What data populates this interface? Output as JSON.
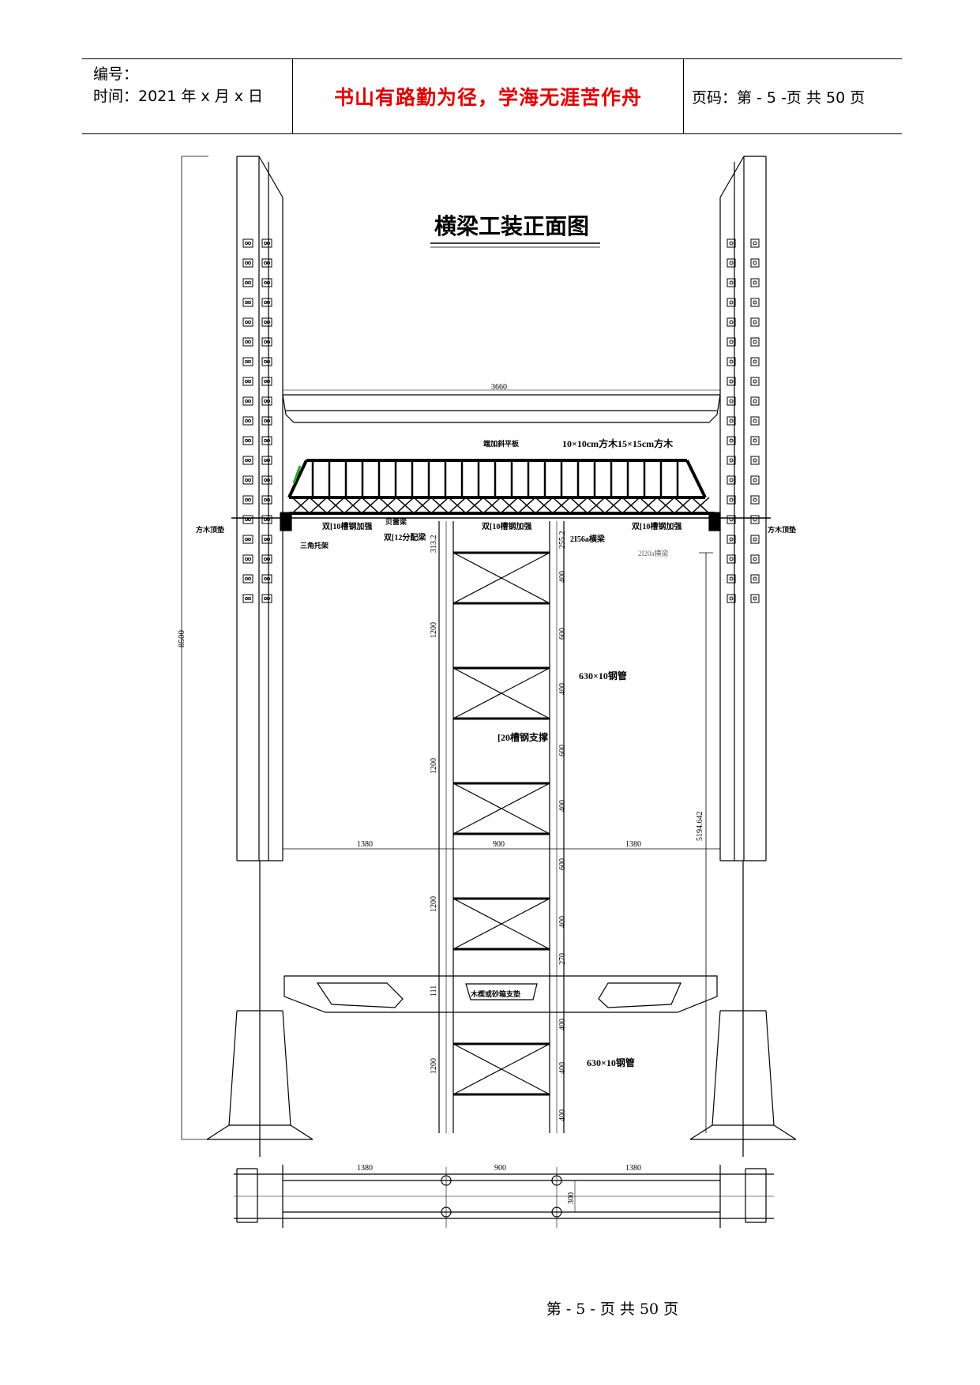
{
  "header": {
    "number_label": "编号：",
    "date_line": "时间：2021 年 x 月 x 日",
    "motto": "书山有路勤为径，学海无涯苦作舟",
    "page_info": "页码：第 - 5 -页  共 50 页"
  },
  "drawing": {
    "title": "横梁工装正面图",
    "dims": {
      "top_span": "3660",
      "total_height": "8500",
      "height_right": "5194.642",
      "left_span": "1380",
      "mid_span": "900",
      "right_span": "1380",
      "seg1200_a": "1200",
      "seg1200_b": "1200",
      "seg1200_c": "1200",
      "seg1200_d": "1200",
      "r400_a": "400",
      "r600_a": "600",
      "r400_b": "400",
      "r600_b": "600",
      "r400_c": "400",
      "r600_c": "600",
      "r400_d": "400",
      "r270": "270",
      "r400_e": "400",
      "r400_f": "400",
      "r400_g": "400",
      "l313": "313.2",
      "r255": "255.2",
      "l111": "111",
      "plan_left": "1380",
      "plan_mid": "900",
      "plan_right": "1380",
      "plan_w": "300"
    },
    "labels": {
      "steel_tube_1": "630×10钢管",
      "steel_tube_2": "630×10钢管",
      "channel20": "[20槽钢支撑",
      "bracket_top": "端加斜平板",
      "timber1": "10×10cm方木",
      "timber2": "15×15cm方木",
      "timber_left": "方木顶垫",
      "timber_right": "方木顶垫",
      "ch10_left": "双[10槽钢加强",
      "ch12": "双[12分配梁",
      "ch10_mid": "双[10槽钢加强",
      "i56": "2I56a横梁",
      "ch10_right": "双[10槽钢加强",
      "tri_bracket": "三角托架",
      "bailey": "贝雷梁",
      "i20_beam": "2I20a横梁",
      "sand_box": "木楔或砂箱支垫"
    }
  },
  "footer": {
    "text": "第 - 5 -  页  共  50  页"
  }
}
